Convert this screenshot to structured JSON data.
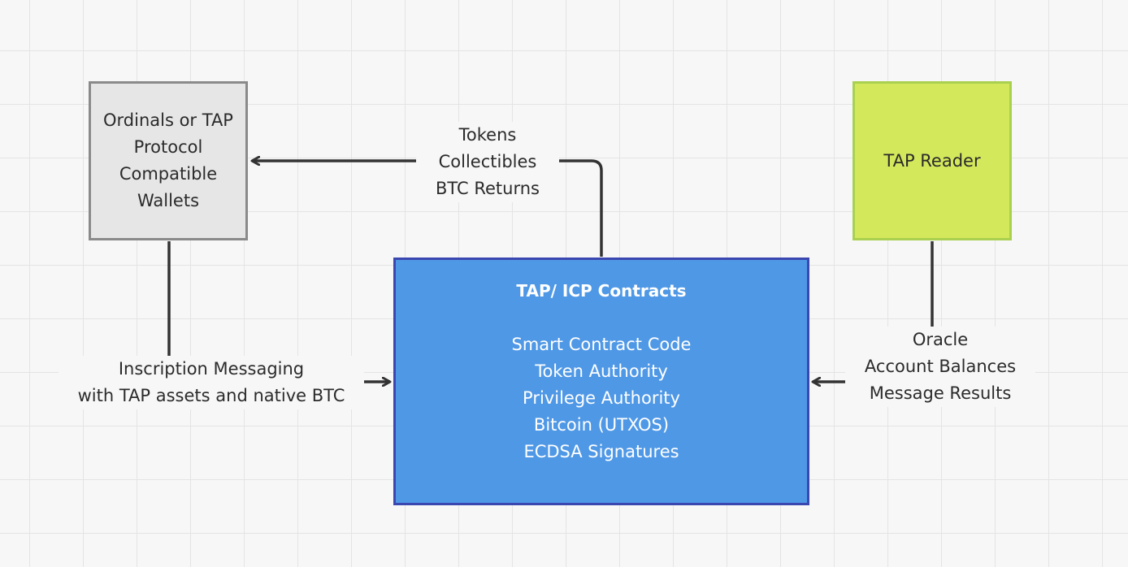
{
  "nodes": {
    "wallets": {
      "lines": [
        "Ordinals or TAP",
        "Protocol",
        "Compatible",
        "Wallets"
      ]
    },
    "reader": {
      "label": "TAP Reader"
    },
    "contracts": {
      "title": "TAP/ ICP Contracts",
      "items": [
        "Smart Contract Code",
        "Token Authority",
        "Privilege Authority",
        "Bitcoin (UTXOS)",
        "ECDSA Signatures"
      ]
    }
  },
  "edges": {
    "contracts_to_wallets": {
      "lines": [
        "Tokens",
        "Collectibles",
        "BTC Returns"
      ]
    },
    "wallets_to_contracts": {
      "lines": [
        "Inscription Messaging",
        "with TAP assets and native BTC"
      ]
    },
    "reader_to_contracts": {
      "lines": [
        "Oracle",
        "Account Balances",
        "Message Results"
      ]
    }
  },
  "colors": {
    "wallets_fill": "#e6e6e6",
    "wallets_border": "#8a8a8a",
    "reader_fill": "#d4e85c",
    "reader_border": "#a9d04f",
    "contracts_fill": "#4f98e6",
    "contracts_border": "#3b47b0",
    "connector": "#333333"
  }
}
